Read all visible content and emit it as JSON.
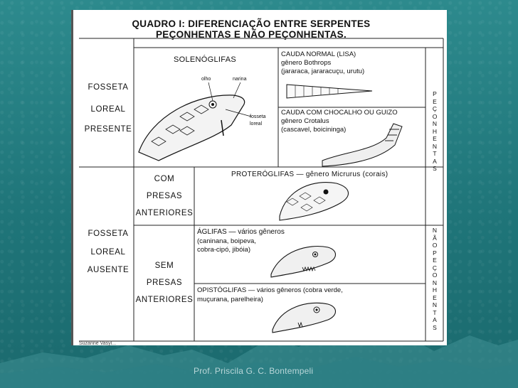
{
  "slide": {
    "footer": "Prof. Priscila G. C. Bontempeli"
  },
  "table": {
    "title_line1": "QUADRO I: DIFERENCIAÇÃO ENTRE SERPENTES",
    "title_line2": "PEÇONHENTAS E NÃO PEÇONHENTAS.",
    "row_fosseta_presente": [
      "FOSSETA",
      "LOREAL",
      "PRESENTE"
    ],
    "row_fosseta_ausente": [
      "FOSSETA",
      "LOREAL",
      "AUSENTE"
    ],
    "com_presas": [
      "COM",
      "PRESAS",
      "ANTERIORES"
    ],
    "sem_presas": [
      "SEM",
      "PRESAS",
      "ANTERIORES"
    ],
    "solenoglifas": "SOLENÓGLIFAS",
    "olho": "olho",
    "narina": "narina",
    "fosseta_loreal_label": [
      "fosseta",
      "loreal"
    ],
    "cauda_normal": {
      "heading": "CAUDA NORMAL (LISA)",
      "genero": "gênero Bothrops",
      "exemplos": "(jararaca, jararacuçu, urutu)"
    },
    "cauda_chocalho": {
      "heading": "CAUDA COM CHOCALHO OU GUIZO",
      "genero": "gênero Crotalus",
      "exemplos": "(cascavel, boicininga)"
    },
    "proteroglifas": "PROTERÓGLIFAS — gênero Micrurus (corais)",
    "aglifas": {
      "heading": "ÁGLIFAS — vários gêneros",
      "line2": "(caninana, boipeva,",
      "line3": "cobra-cipó, jibóia)"
    },
    "opistoglifas": {
      "heading": "OPISTÓGLIFAS — vários gêneros (cobra verde,",
      "line2": "muçurana, parelheira)"
    },
    "peconhentas_vertical": "PEÇONHENTAS",
    "nao_peconhentas_vertical": "NÃOPEÇONHENTAS",
    "credit": "Suzanne Vasyl..."
  },
  "colors": {
    "background": "#1f7579",
    "panel": "#ffffff"
  }
}
